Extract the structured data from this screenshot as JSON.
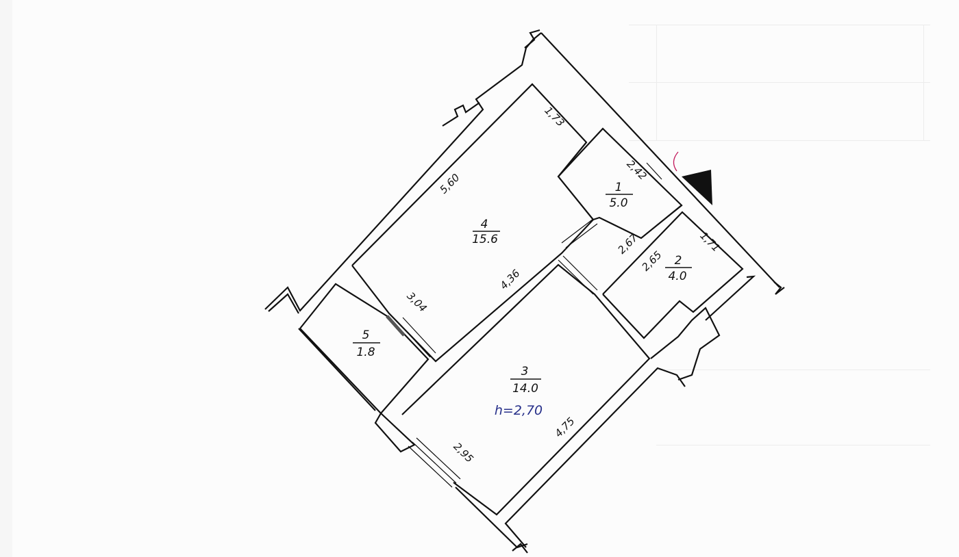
{
  "colors": {
    "line": "#111111",
    "height_note": "#27308a",
    "paper": "#fcfcfc",
    "door_arc": "#c2185b"
  },
  "rooms": [
    {
      "number": "1",
      "area": "5.0"
    },
    {
      "number": "2",
      "area": "4.0"
    },
    {
      "number": "3",
      "area": "14.0"
    },
    {
      "number": "4",
      "area": "15.6"
    },
    {
      "number": "5",
      "area": "1.8"
    }
  ],
  "dimensions": {
    "room4_top": "5,60",
    "room4_right_top": "1,73",
    "room4_bottom": "4,36",
    "room4_left": "3,04",
    "room1_top": "2,42",
    "room1_bottom": "2,67",
    "room2_top": "2,65",
    "room2_right": "1,71",
    "room3_left": "2,95",
    "room3_right": "4,75"
  },
  "ceiling_height": "h=2,70"
}
